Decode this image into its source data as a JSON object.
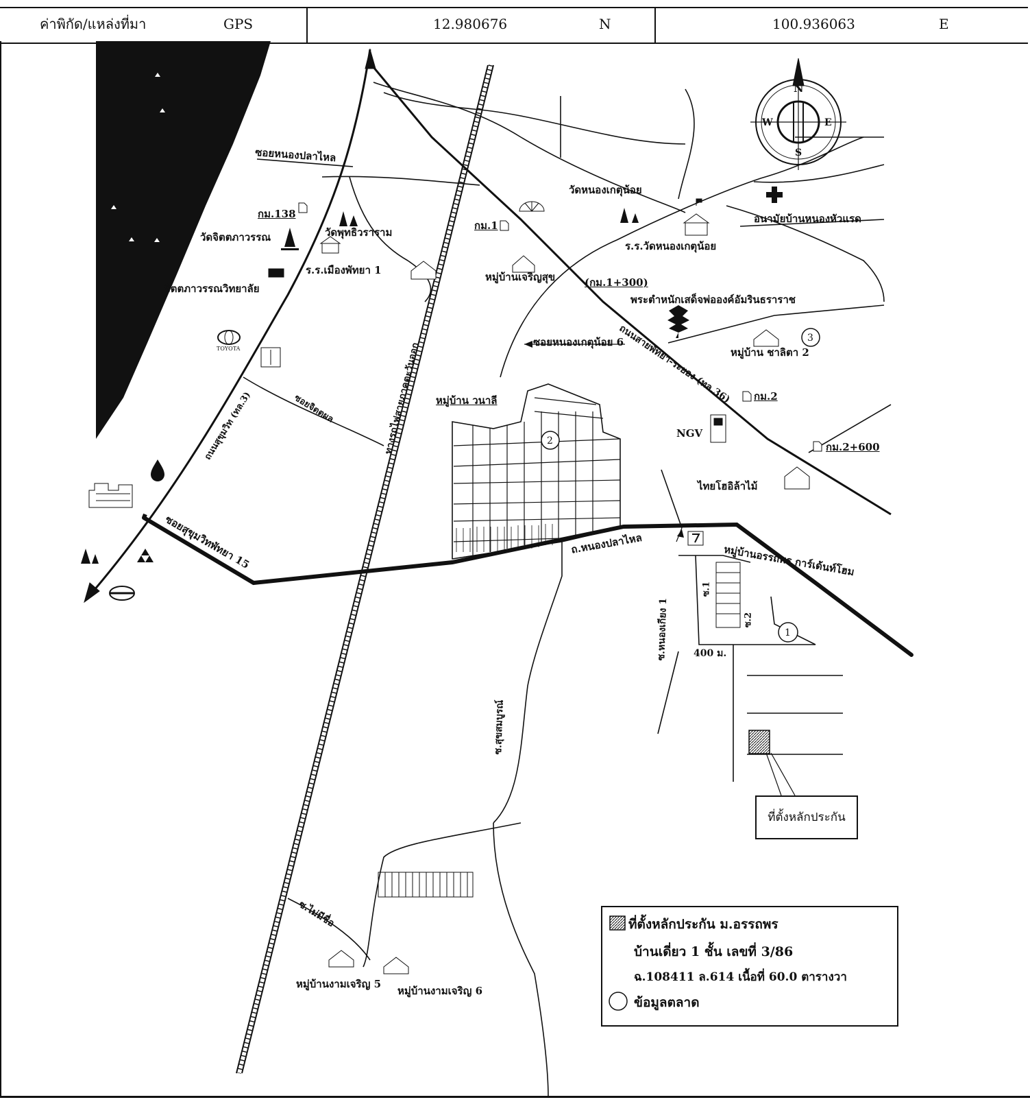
{
  "header": {
    "label": "ค่าพิกัด/แหล่งที่มา",
    "source": "GPS",
    "lat": "12.980676",
    "lat_dir": "N",
    "lon": "100.936063",
    "lon_dir": "E"
  },
  "compass": {
    "n": "N",
    "s": "S",
    "e": "E",
    "w": "W"
  },
  "labels": {
    "soi_nong_pla_lai": "ซอยหนองปลาไหล",
    "km138": "กม.138",
    "wat_chit": "วัดจิตตภาวรรณ",
    "wat_phuttha": "วัดพุทธิวราราม",
    "school_pattaya1": "ร.ร.เมืองพัทยา 1",
    "chit_college": "จิตตภาวรรณวิทยาลัย",
    "toyota": "TOYOTA",
    "sukhumvit_rd": "ถนนสุขุมวิท (ทล.3)",
    "soi_chit_phon": "ซอยจิตตผล",
    "railway": "ทางรถไฟสายภาคตะวันออก",
    "km1": "กม.1",
    "wat_nong_ket": "วัดหนองเกตุน้อย",
    "school_nong_ket": "ร.ร.วัดหนองเกตุน้อย",
    "health_center": "อนามัยบ้านหนองหัวแรด",
    "village_charoen_suk": "หมู่บ้านเจริญสุข",
    "km1_300": "(กม.1+300)",
    "royal_residence": "พระตำหนักเสด็จพ่อองค์อัมรินธราราช",
    "soi_nong_ket6": "ซอยหนองเกตุน้อย 6",
    "village_chalita": "หมู่บ้าน ชาลิตา 2",
    "pattaya_rayong_rd": "ถนนสายพัทยา-ระยอง (ทล.36)",
    "km2": "กม.2",
    "km2_600": "กม.2+600",
    "ngv": "NGV",
    "village_wanali": "หมู่บ้าน วนาลี",
    "thai_home": "ไทยโฮอิล้าไม้",
    "soi_sukhumvit15": "ซอยสุขุมวิทพัทยา 15",
    "rd_nong_pla_lai": "ถ.หนองปลาไหล",
    "village_ornpon": "หมู่บ้านอรรถพร การ์เด้นท์โฮม",
    "soi_nong_kiang": "ซ.หนองเกียง 1",
    "soi_1": "ซ.1",
    "soi_2": "ซ.2",
    "dist_400": "400 ม.",
    "soi_sukhum": "ซ.สุขสมบูรณ์",
    "soi_no_name": "ซ.ไม่มีชื่อ",
    "village_ngam5": "หมู่บ้านงามเจริญ 5",
    "village_ngam6": "หมู่บ้านงามเจริญ 6",
    "callout": "ที่ตั้งหลักประกัน"
  },
  "markers": {
    "m1": "1",
    "m2": "2",
    "m3": "3"
  },
  "legend": {
    "line1": "ที่ตั้งหลักประกัน ม.อรรถพร",
    "line2": "บ้านเดี่ยว 1 ชั้น  เลขที่ 3/86",
    "line3": "ฉ.108411 ล.614 เนื้อที่ 60.0 ตารางวา",
    "line4": "ข้อมูลตลาด"
  }
}
